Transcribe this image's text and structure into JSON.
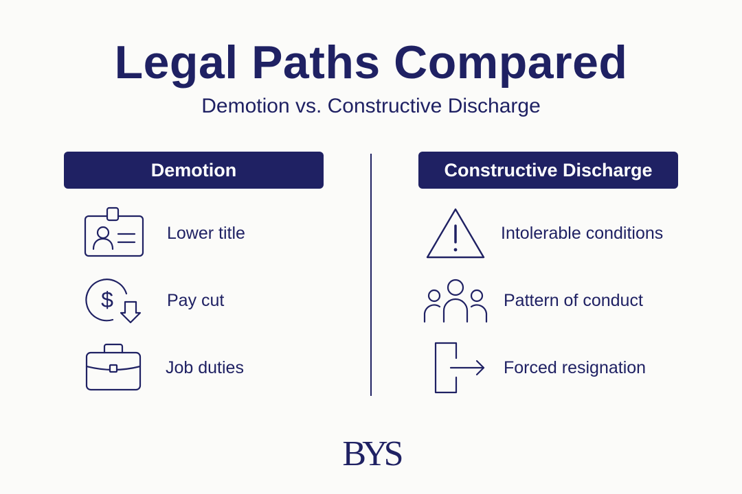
{
  "title": "Legal Paths Compared",
  "subtitle": "Demotion vs. Constructive Discharge",
  "left": {
    "heading": "Demotion",
    "items": [
      {
        "label": "Lower title",
        "icon": "id-badge-icon"
      },
      {
        "label": "Pay cut",
        "icon": "dollar-down-icon"
      },
      {
        "label": "Job duties",
        "icon": "briefcase-icon"
      }
    ]
  },
  "right": {
    "heading": "Constructive Discharge",
    "items": [
      {
        "label": "Intolerable conditions",
        "icon": "warning-icon"
      },
      {
        "label": "Pattern of conduct",
        "icon": "group-icon"
      },
      {
        "label": "Forced resignation",
        "icon": "exit-door-icon"
      }
    ]
  },
  "logo": {
    "text": "BYS"
  },
  "colors": {
    "accent": "#1f2163",
    "background": "#fbfbf9"
  }
}
